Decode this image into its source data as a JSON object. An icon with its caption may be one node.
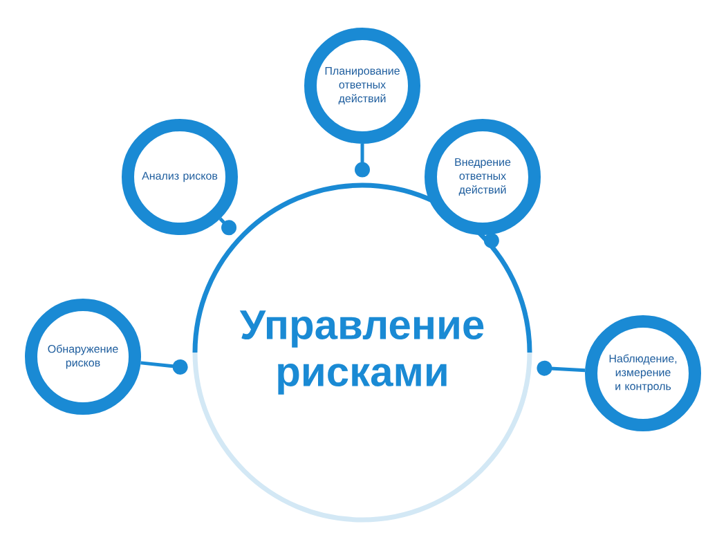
{
  "diagram": {
    "nodes": [
      {
        "text": [
          "Управление рисками"
        ]
      },
      {
        "text": [
          "Обнаружение рисков"
        ]
      },
      {
        "text": [
          "Анализ рисков"
        ]
      },
      {
        "text": [
          "Планирование ответных действий"
        ]
      },
      {
        "text": [
          "Внедрение ответных действий"
        ]
      },
      {
        "text": [
          "Наблюдение, измерение и контроль"
        ]
      }
    ],
    "edges": [
      {
        "from": 0,
        "to": 1,
        "arrow": "other"
      },
      {
        "from": 0,
        "to": 2,
        "arrow": "other"
      },
      {
        "from": 0,
        "to": 3,
        "arrow": "other"
      },
      {
        "from": 0,
        "to": 4,
        "arrow": "other"
      },
      {
        "from": 0,
        "to": 5,
        "arrow": "other"
      }
    ]
  }
}
